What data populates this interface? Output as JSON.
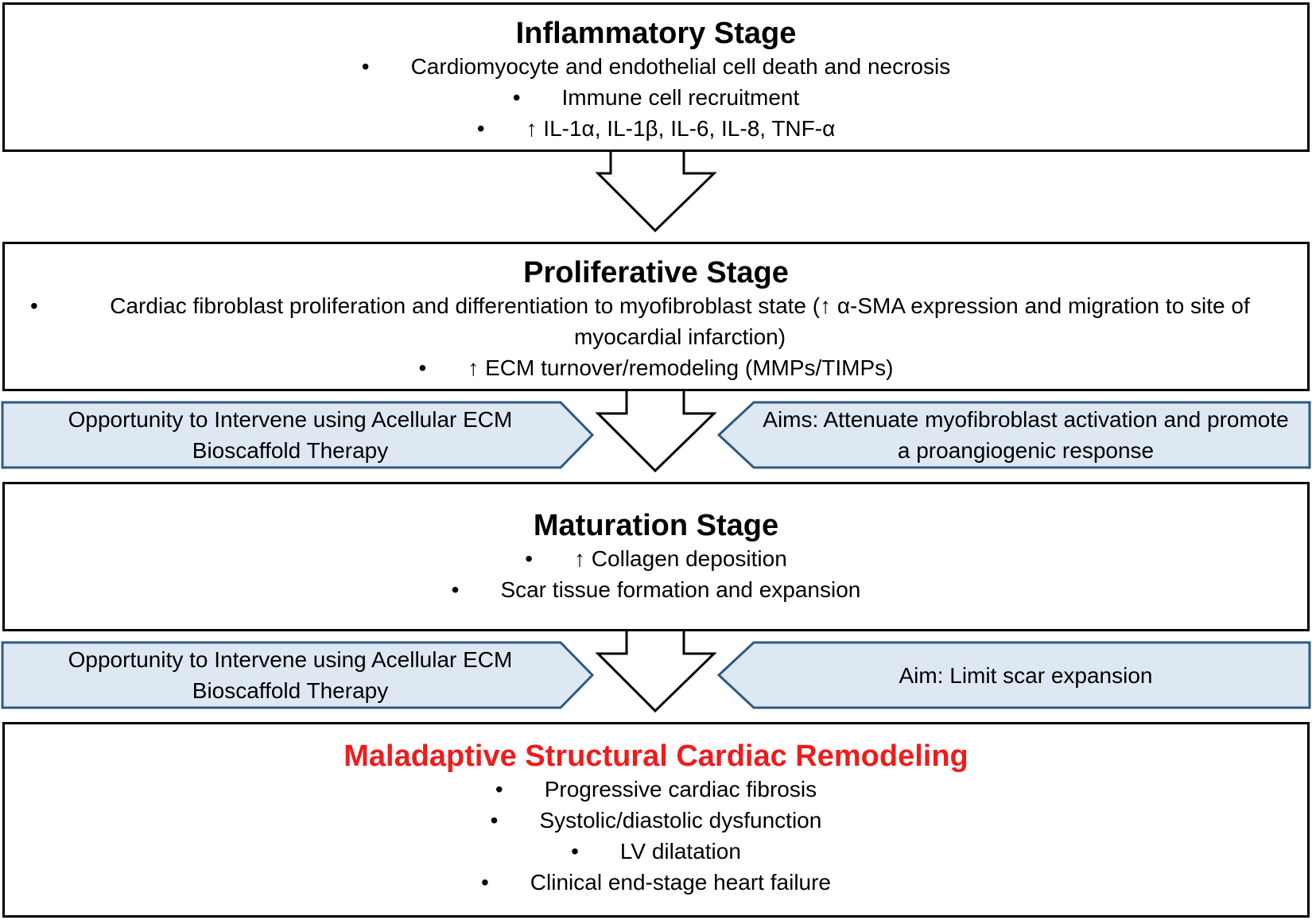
{
  "bullet_glyph": "•",
  "colors": {
    "callout_fill": "#dde8f3",
    "callout_stroke": "#2e5a82",
    "final_title": "#ee1c1c"
  },
  "inflammatory": {
    "title": "Inflammatory Stage",
    "bullets": [
      "Cardiomyocyte and endothelial cell death and necrosis",
      "Immune cell recruitment",
      "↑ IL-1α, IL-1β, IL-6, IL-8, TNF-α"
    ]
  },
  "proliferative": {
    "title": "Proliferative Stage",
    "bullets": [
      "Cardiac fibroblast proliferation and differentiation to myofibroblast state (↑ α-SMA expression and migration to site of myocardial infarction)",
      "↑ ECM turnover/remodeling (MMPs/TIMPs)"
    ]
  },
  "callouts_1": {
    "left": "Opportunity to Intervene using Acellular ECM Bioscaffold Therapy",
    "right": "Aims: Attenuate myofibroblast activation and promote a proangiogenic response"
  },
  "maturation": {
    "title": "Maturation Stage",
    "bullets": [
      "↑ Collagen deposition",
      "Scar tissue formation and expansion"
    ]
  },
  "callouts_2": {
    "left": "Opportunity to Intervene using Acellular ECM Bioscaffold Therapy",
    "right": "Aim: Limit scar expansion"
  },
  "remodeling": {
    "title": "Maladaptive Structural Cardiac Remodeling",
    "bullets": [
      "Progressive cardiac fibrosis",
      "Systolic/diastolic dysfunction",
      "LV dilatation",
      "Clinical end-stage heart failure"
    ]
  }
}
